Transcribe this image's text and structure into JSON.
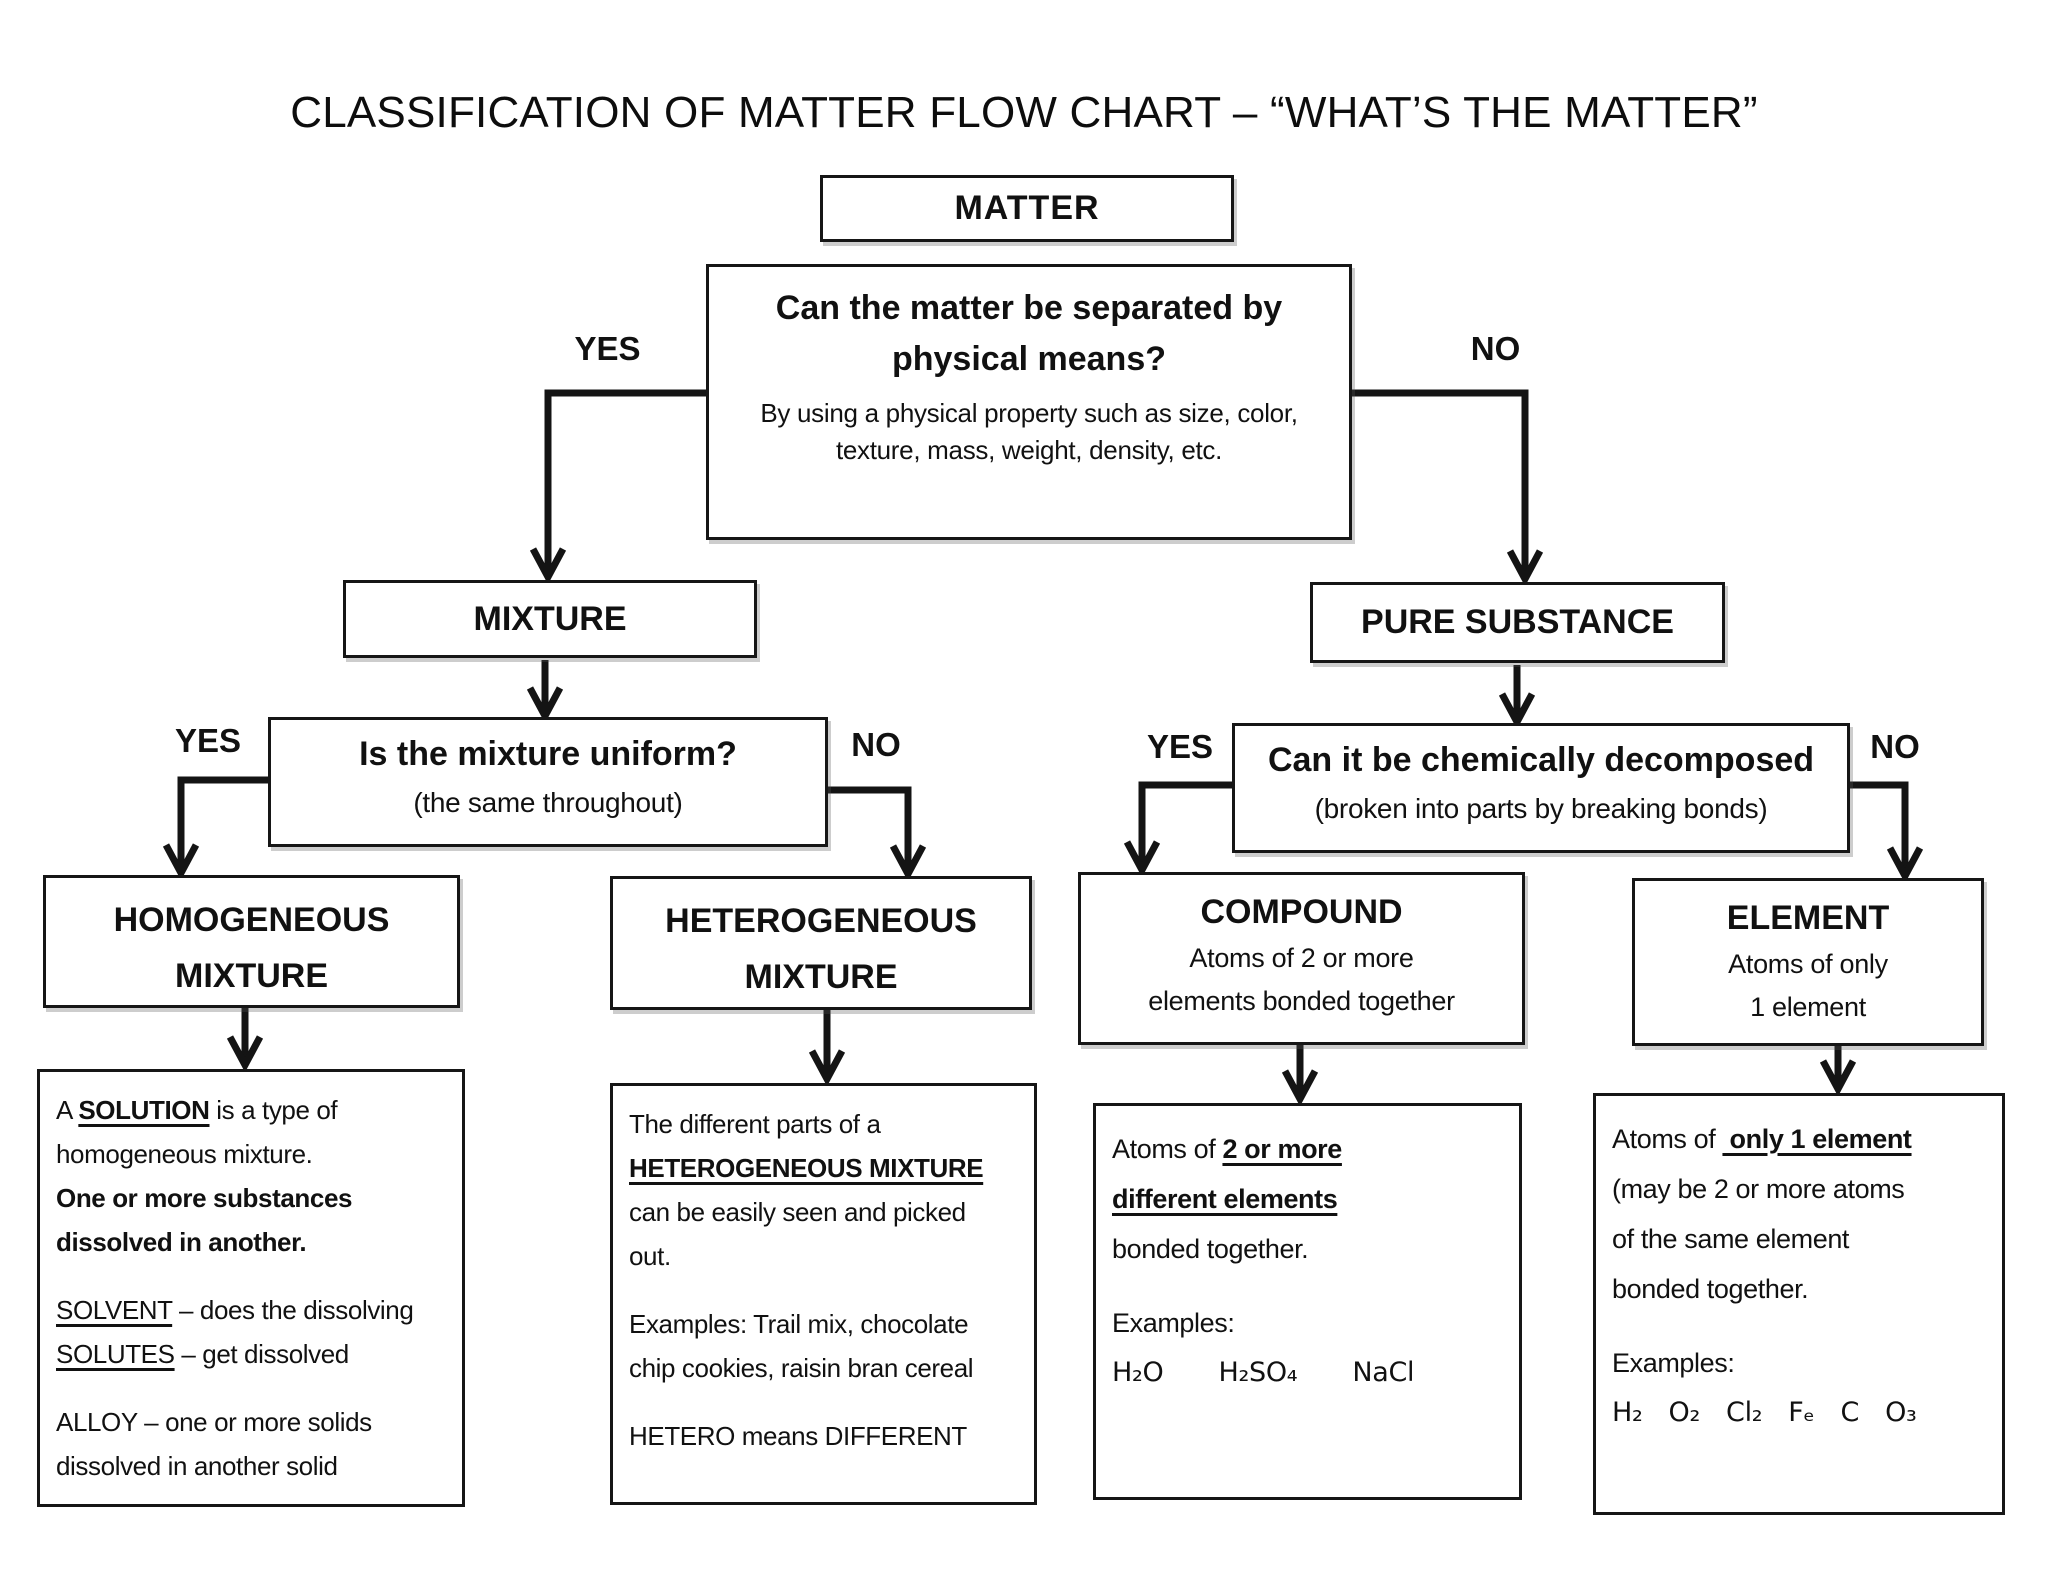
{
  "title": "CLASSIFICATION OF MATTER FLOW CHART – “WHAT’S THE MATTER”",
  "root": {
    "label": "MATTER"
  },
  "q1": {
    "heading1": "Can the matter be separated by",
    "heading2": "physical means?",
    "sub1": "By using a physical property such as size, color,",
    "sub2": "texture, mass, weight, density, etc.",
    "yes": "YES",
    "no": "NO"
  },
  "mixture": {
    "label": "MIXTURE"
  },
  "pure": {
    "label": "PURE SUBSTANCE"
  },
  "q2": {
    "heading": "Is the mixture uniform?",
    "sub": "(the same throughout)",
    "yes": "YES",
    "no": "NO"
  },
  "q3": {
    "heading": "Can it be chemically decomposed",
    "sub": "(broken into parts by breaking bonds)",
    "yes": "YES",
    "no": "NO"
  },
  "homogeneous": {
    "line1": "HOMOGENEOUS",
    "line2": "MIXTURE"
  },
  "heterogeneous": {
    "line1": "HETEROGENEOUS",
    "line2": "MIXTURE"
  },
  "compound": {
    "title": "COMPOUND",
    "desc1": "Atoms of 2 or more",
    "desc2": "elements bonded together"
  },
  "element": {
    "title": "ELEMENT",
    "desc1": "Atoms of only",
    "desc2": "1 element"
  },
  "solution_note": {
    "p1a": "A ",
    "p1b": "SOLUTION",
    "p1c": " is a type of",
    "p2": "homogeneous mixture.",
    "p3": "One or more substances",
    "p4": "dissolved in another.",
    "p5a": "SOLVENT",
    "p5b": " – does the dissolving",
    "p6a": "SOLUTES",
    "p6b": " – get dissolved",
    "p7": "ALLOY – one or more solids",
    "p8": "dissolved in another solid"
  },
  "hetero_note": {
    "p1": "The different parts of a",
    "p2": "HETEROGENEOUS MIXTURE",
    "p3": "can be easily seen and picked",
    "p4": "out.",
    "p5": "Examples: Trail mix, chocolate",
    "p6": "chip cookies, raisin bran cereal",
    "p7": "HETERO means DIFFERENT"
  },
  "compound_note": {
    "p1a": "Atoms of ",
    "p1b": "2 or more",
    "p2": "different elements",
    "p3": "bonded together.",
    "p4": "Examples:",
    "formulas": [
      "H₂O",
      "H₂SO₄",
      "NaCl"
    ]
  },
  "element_note": {
    "p1a": "Atoms of ",
    "p1b": " only 1 element",
    "p2": "(may be 2 or more atoms",
    "p3": "of the same element",
    "p4": "bonded together.",
    "p5": "Examples:",
    "formulas": [
      "H₂",
      "O₂",
      "Cl₂",
      "Fₑ",
      "C",
      "O₃"
    ]
  }
}
